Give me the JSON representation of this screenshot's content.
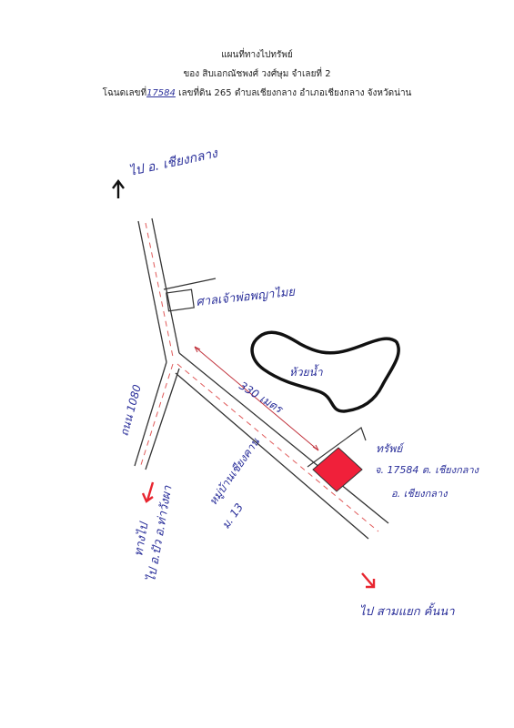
{
  "header": {
    "line1": "แผนที่ทางไปทรัพย์",
    "line2": "ของ สิบเอกณัชพงศ์ วงศ์ษุม จำเลยที่ 2",
    "line3_prefix": "โฉนดเลขที่",
    "line3_deed_no": "17584",
    "line3_suffix": "เลขที่ดิน 265 ตำบลเชียงกลาง อำเภอเชียงกลาง จังหวัดน่าน"
  },
  "labels": {
    "to_north": "ไป อ. เชียงกลาง",
    "shrine": "ศาลเจ้าพ่อพญาไมย",
    "pond": "ห้วยน้ำ",
    "distance": "330 เมตร",
    "road_1080": "ถนน 1080",
    "village": "หมู่บ้านเชียงคาน",
    "village_no": "ม. 13",
    "property_title": "ทรัพย์",
    "property_line1": "จ. 17584 ต. เชียงกลาง",
    "property_line2": "อ. เชียงกลาง",
    "to_south_west_1": "ทางไป",
    "to_south_west_2": "ไป อ.ปัว อ.ท่าวังผา",
    "to_south_east": "ไป สามแยก คั้นนา"
  },
  "colors": {
    "ink_blue": "#2a2f9a",
    "road_line": "#333333",
    "center_dash": "#e05a5a",
    "property_fill": "#f0203a",
    "arrow_black": "#111111",
    "arrow_red": "#e8252f"
  },
  "icons": {
    "north_arrow": "arrow-up-icon",
    "southwest_arrow": "red-arrow-down-left-icon",
    "southeast_arrow": "red-arrow-down-right-icon"
  }
}
